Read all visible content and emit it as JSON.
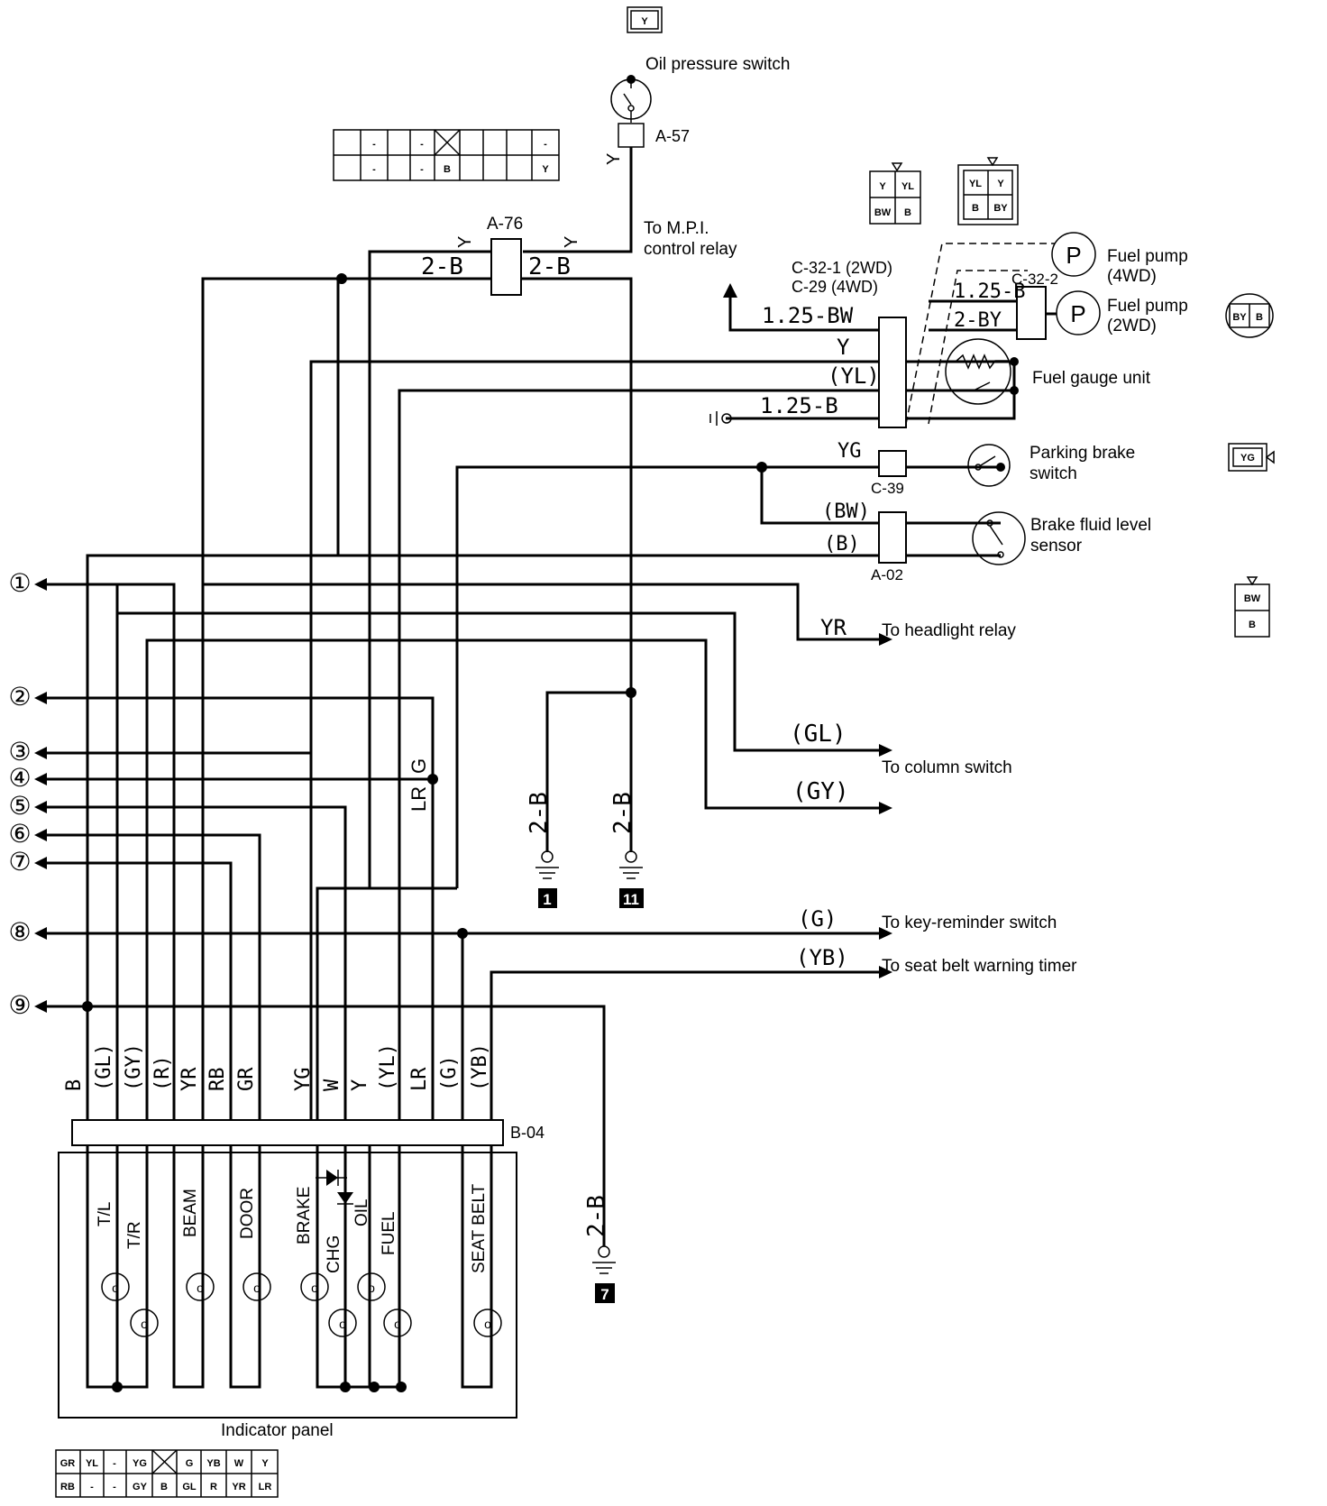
{
  "components": {
    "oil_pressure_switch": "Oil pressure switch",
    "a57": "A-57",
    "a76": "A-76",
    "mpi_relay": [
      "To M.P.I.",
      "control relay"
    ],
    "c32_1": "C-32-1 (2WD)",
    "c29": "C-29 (4WD)",
    "c32_2": "C-32-2",
    "fuel_pump_4wd": [
      "Fuel pump",
      "(4WD)"
    ],
    "fuel_pump_2wd": [
      "Fuel pump",
      "(2WD)"
    ],
    "fuel_gauge_unit": "Fuel gauge unit",
    "parking_brake_switch": [
      "Parking brake",
      "switch"
    ],
    "c39": "C-39",
    "brake_fluid_sensor": [
      "Brake fluid level",
      "sensor"
    ],
    "a02": "A-02",
    "headlight_relay": "To headlight relay",
    "column_switch": "To column switch",
    "key_reminder": "To key-reminder switch",
    "seat_belt_timer": "To seat belt warning timer",
    "b04": "B-04",
    "indicator_panel": "Indicator panel",
    "pump_symbol": "P"
  },
  "wire_labels": {
    "y": "Y",
    "two_b": "2-B",
    "bw125": "1.25-BW",
    "yl": "(YL)",
    "b125": "1.25-B",
    "b125_pump": "1.25-B",
    "by2": "2-BY",
    "yg": "YG",
    "bw": "(BW)",
    "b": "(B)",
    "yr": "YR",
    "gl": "(GL)",
    "gy": "(GY)",
    "g": "(G)",
    "yb": "(YB)",
    "lr": "LR",
    "g_plain": "G"
  },
  "grounds": [
    "1",
    "11",
    "7"
  ],
  "ground_wire": "2-B",
  "terminal_numbers": [
    "①",
    "②",
    "③",
    "④",
    "⑤",
    "⑥",
    "⑦",
    "⑧",
    "⑨"
  ],
  "b04_wires": [
    "B",
    "(GL)",
    "(GY)",
    "(R)",
    "YR",
    "RB",
    "GR",
    "YG",
    "W",
    "Y",
    "(YL)",
    "LR",
    "(G)",
    "(YB)"
  ],
  "indicators": [
    "T/L",
    "T/R",
    "BEAM",
    "DOOR",
    "BRAKE",
    "CHG",
    "OIL",
    "FUEL",
    "SEAT BELT"
  ],
  "connectors": {
    "top_y": "Y",
    "a76_grid": [
      [
        "",
        "-",
        "-",
        "",
        "",
        "",
        "-"
      ],
      [
        "",
        "-",
        "-",
        "B",
        "",
        "",
        "Y"
      ]
    ],
    "c32_4wd": [
      [
        "Y",
        "YL"
      ],
      [
        "BW",
        "B"
      ]
    ],
    "c32_2wd": [
      [
        "YL",
        "Y"
      ],
      [
        "B",
        "BY"
      ]
    ],
    "pump_2wd": [
      "BY",
      "B"
    ],
    "yg_conn": "YG",
    "a02_conn": [
      "BW",
      "B"
    ],
    "b04_grid": [
      [
        "GR",
        "YL",
        "-",
        "YG",
        "",
        "G",
        "YB",
        "W",
        "Y"
      ],
      [
        "RB",
        "-",
        "-",
        "GY",
        "B",
        "GL",
        "R",
        "YR",
        "LR"
      ]
    ]
  }
}
